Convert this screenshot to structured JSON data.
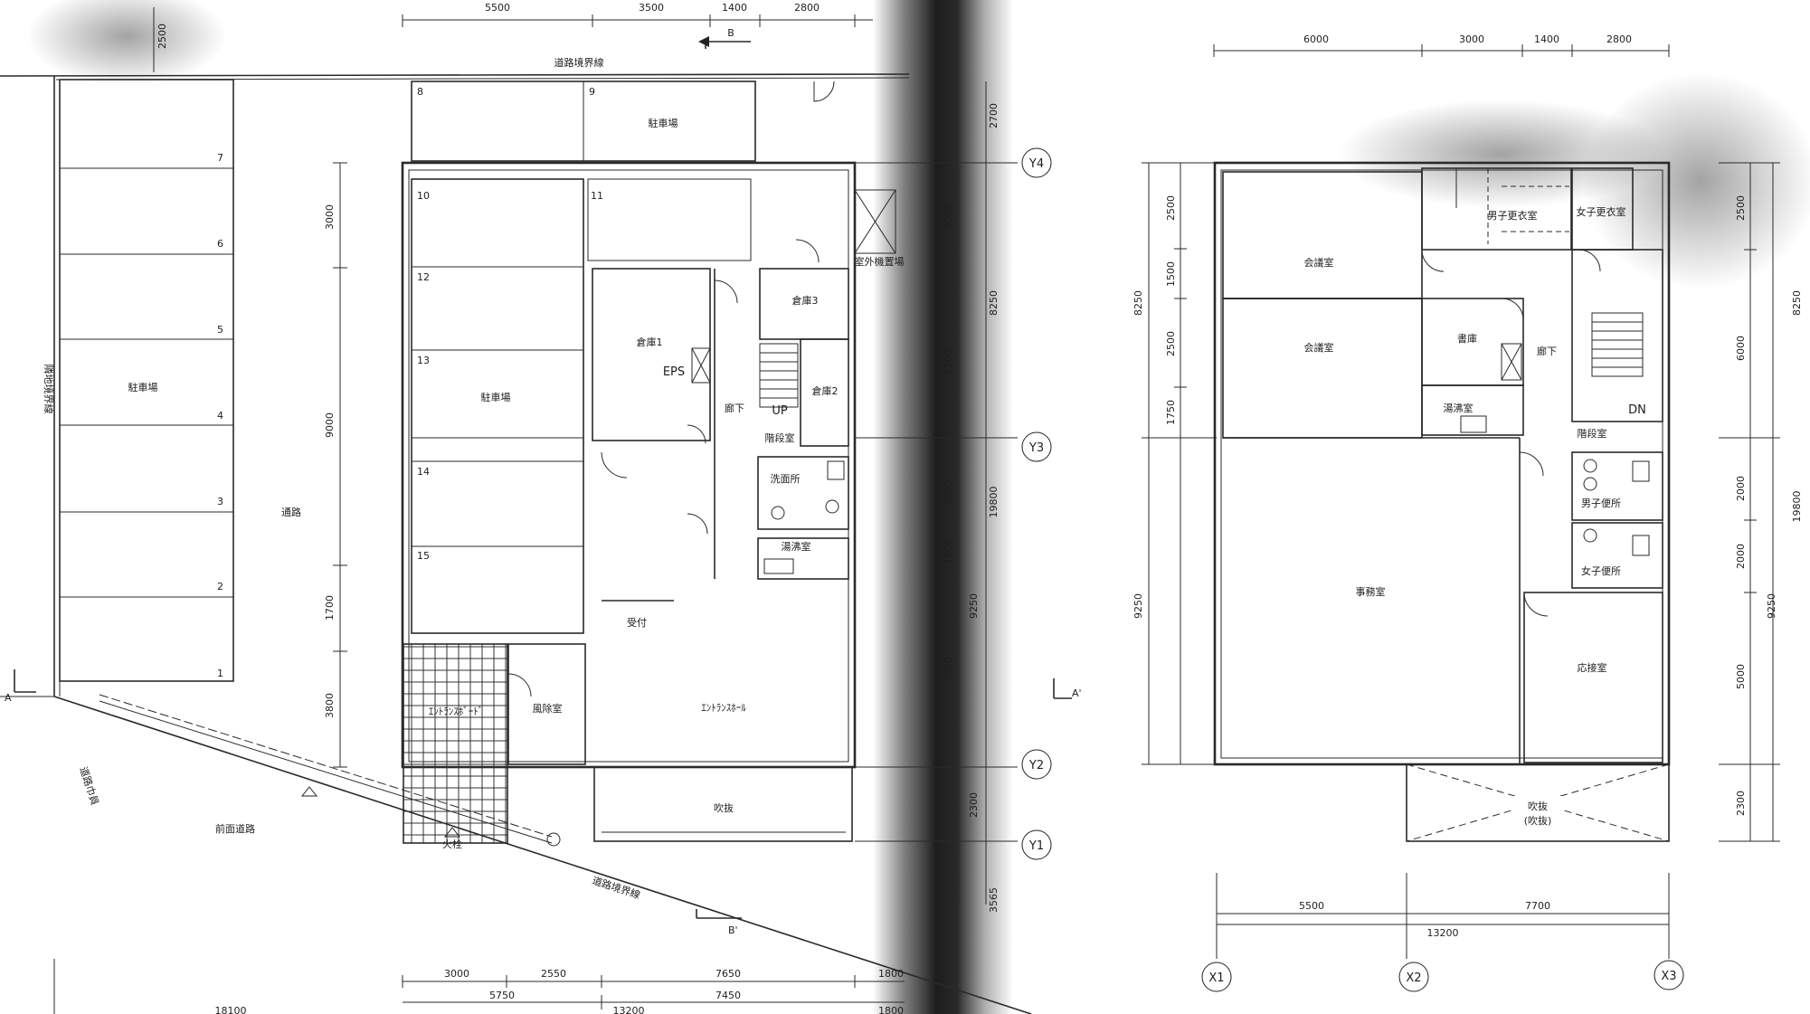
{
  "left_plan": {
    "top_dims": [
      "5500",
      "3500",
      "1400",
      "2800"
    ],
    "left_top_dim": "2500",
    "section_b_top": "B",
    "road_boundary_top": "道路境界線",
    "neighbor_boundary": "隣地境界線",
    "parking_left": "駐車場",
    "parking_center": "駐車場",
    "parking_top": "駐車場",
    "aisle": "通路",
    "slots_left": [
      "7",
      "6",
      "5",
      "4",
      "3",
      "2",
      "1"
    ],
    "slots_top": [
      "8",
      "9"
    ],
    "slots_center": [
      "10",
      "11",
      "12",
      "13",
      "14",
      "15"
    ],
    "left_vert_dims": [
      "3000",
      "9000",
      "1700",
      "3800"
    ],
    "rooms": {
      "storage1": "倉庫1",
      "storage2": "倉庫2",
      "storage3": "倉庫3",
      "eps": "EPS",
      "corridor": "廊下",
      "up": "UP",
      "stair_room": "階段室",
      "washroom": "洗面所",
      "kitchenette": "湯沸室",
      "reception": "受付",
      "entrance_hall": "ｴﾝﾄﾗﾝｽﾎｰﾙ",
      "windbreak": "風除室",
      "entrance_board": "ｴﾝﾄﾗﾝｽﾎﾞｰﾄﾞ",
      "void": "吹抜",
      "outdoor_unit": "室外機置場"
    },
    "front_road": "前面道路",
    "road_width": "道路巾員",
    "road_boundary_bottom": "道路境界線",
    "section_a": "A",
    "section_a_prime": "A'",
    "section_b_prime": "B'",
    "fire_hydrant": "火栓",
    "bottom_dims_row1": [
      "3000",
      "2550",
      "7650"
    ],
    "bottom_dims_row2": [
      "5750",
      "7450"
    ],
    "bottom_total": "13200",
    "bottom_left_partial": "18100",
    "bottom_right_dims": [
      "1800",
      "1800"
    ]
  },
  "center_axis": {
    "grid_labels": [
      "Y4",
      "Y3",
      "Y2",
      "Y1"
    ],
    "dims_outer": [
      "2700",
      "8250",
      "19800",
      "9250",
      "2300",
      "3565"
    ],
    "dims_inner": [
      "3000",
      "5500",
      "2000",
      "1500",
      "3300"
    ]
  },
  "right_plan": {
    "top_dims": [
      "6000",
      "3000",
      "1400",
      "2800"
    ],
    "left_vert_dims": [
      "2500",
      "1500",
      "2500",
      "1750",
      "8250",
      "9250"
    ],
    "right_vert_dims_inner": [
      "2500",
      "6000",
      "2000",
      "2000",
      "5000",
      "2300"
    ],
    "right_vert_dims_outer": [
      "8250",
      "19800",
      "9250"
    ],
    "rooms": {
      "meeting1": "会議室",
      "meeting2": "会議室",
      "mens_locker": "男子更衣室",
      "womens_locker": "女子更衣室",
      "archive": "書庫",
      "corridor": "廊下",
      "kitchenette": "湯沸室",
      "dn": "DN",
      "stair_room": "階段室",
      "mens_toilet": "男子便所",
      "womens_toilet": "女子便所",
      "office": "事務室",
      "reception_room": "応接室",
      "void": "吹抜",
      "void_note": "(吹抜)"
    },
    "bottom_dims": [
      "5500",
      "7700"
    ],
    "bottom_total": "13200",
    "grid_labels": [
      "X1",
      "X2",
      "X3"
    ]
  }
}
